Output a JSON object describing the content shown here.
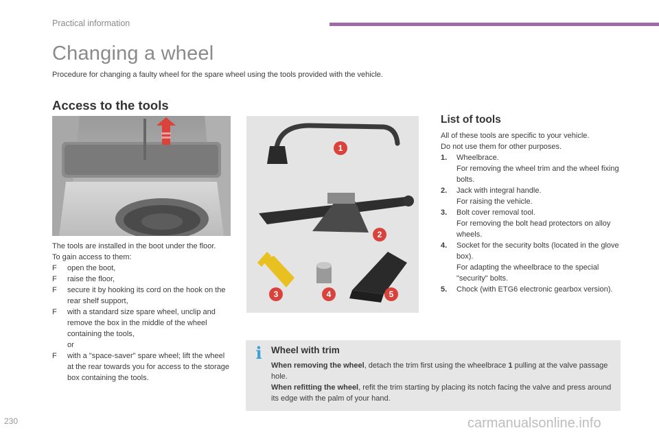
{
  "header": {
    "section": "Practical information",
    "accent_color": "#a06aa8"
  },
  "page_title": "Changing a wheel",
  "intro": "Procedure for changing a faulty wheel for the spare wheel using the tools provided with the vehicle.",
  "access": {
    "heading": "Access to the tools",
    "para1": "The tools are installed in the boot under the floor.",
    "para2": "To gain access to them:",
    "bullets": [
      "open the boot,",
      "raise the floor,",
      "secure it by hooking its cord on the hook on the rear shelf support,",
      "with a standard size spare wheel, unclip and remove the box in the middle of the wheel containing the tools,",
      "with a \"space-saver\" spare wheel; lift the wheel at the rear towards you for access to the storage box containing the tools."
    ],
    "or": "or",
    "bullet_glyph": "F"
  },
  "tools_image": {
    "callouts": [
      "1",
      "2",
      "3",
      "4",
      "5"
    ],
    "callout_color": "#d9433c"
  },
  "list": {
    "heading": "List of tools",
    "intro1": "All of these tools are specific to your vehicle.",
    "intro2": "Do not use them for other purposes.",
    "items": [
      {
        "num": "1.",
        "name": "Wheelbrace.",
        "desc": "For removing the wheel trim and the wheel fixing bolts."
      },
      {
        "num": "2.",
        "name": "Jack with integral handle.",
        "desc": "For raising the vehicle."
      },
      {
        "num": "3.",
        "name": "Bolt cover removal tool.",
        "desc": "For removing the bolt head protectors on alloy wheels."
      },
      {
        "num": "4.",
        "name": "Socket for the security bolts (located in the glove box).",
        "desc": "For adapting the wheelbrace to the special \"security\" bolts."
      },
      {
        "num": "5.",
        "name": "Chock (with ETG6 electronic gearbox version).",
        "desc": ""
      }
    ]
  },
  "trim": {
    "icon": "info-icon",
    "icon_color": "#3aa0d8",
    "title": "Wheel with trim",
    "removing_label": "When removing the wheel",
    "removing_a": ", detach the trim first using the wheelbrace ",
    "removing_num": "1",
    "removing_b": " pulling at the valve passage hole.",
    "refitting_label": "When refitting the wheel",
    "refitting_text": ", refit the trim starting by placing its notch facing the valve and press around its edge with the palm of your hand."
  },
  "page_number": "230",
  "watermark": "carmanualsonline.info"
}
